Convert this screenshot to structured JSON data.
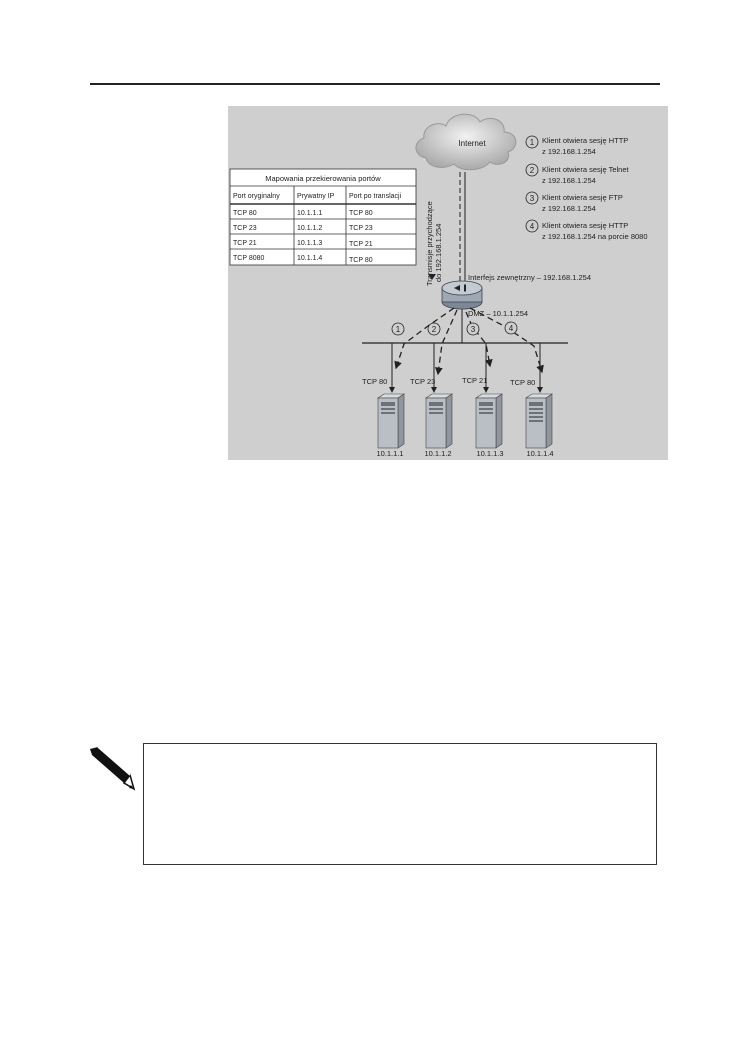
{
  "diagram": {
    "cloud_label": "Internet",
    "table": {
      "title": "Mapowania przekierowania portów",
      "headers": [
        "Port oryginalny",
        "Prywatny IP",
        "Port po translacji"
      ],
      "rows": [
        [
          "TCP  80",
          "10.1.1.1",
          "TCP 80"
        ],
        [
          "TCP 23",
          "10.1.1.2",
          "TCP 23"
        ],
        [
          "TCP 21",
          "10.1.1.3",
          "TCP 21"
        ],
        [
          "TCP 8080",
          "10.1.1.4",
          "TCP 80"
        ]
      ]
    },
    "vertical_label_1": "Transmisje przychodzące",
    "vertical_label_2": "do 192.168.1.254",
    "external_interface": "Interfejs zewnętrzny – 192.168.1.254",
    "dmz_label": "DMZ – 10.1.1.254",
    "legend": [
      {
        "num": "1",
        "line1": "Klient otwiera sesję HTTP",
        "line2": "z 192.168.1.254"
      },
      {
        "num": "2",
        "line1": "Klient otwiera sesję Telnet",
        "line2": "z 192.168.1.254"
      },
      {
        "num": "3",
        "line1": "Klient otwiera sesję FTP",
        "line2": "z 192.168.1.254"
      },
      {
        "num": "4",
        "line1": "Klient otwiera sesję HTTP",
        "line2": "z 192.168.1.254 na porcie 8080"
      }
    ],
    "markers": [
      "1",
      "2",
      "3",
      "4"
    ],
    "servers": [
      {
        "port": "TCP 80",
        "ip": "10.1.1.1"
      },
      {
        "port": "TCP 23",
        "ip": "10.1.1.2"
      },
      {
        "port": "TCP 21",
        "ip": "10.1.1.3"
      },
      {
        "port": "TCP 80",
        "ip": "10.1.1.4"
      }
    ]
  },
  "icons": {
    "note": "pencil-icon",
    "router": "router-icon",
    "server": "server-icon",
    "cloud": "cloud-icon"
  }
}
